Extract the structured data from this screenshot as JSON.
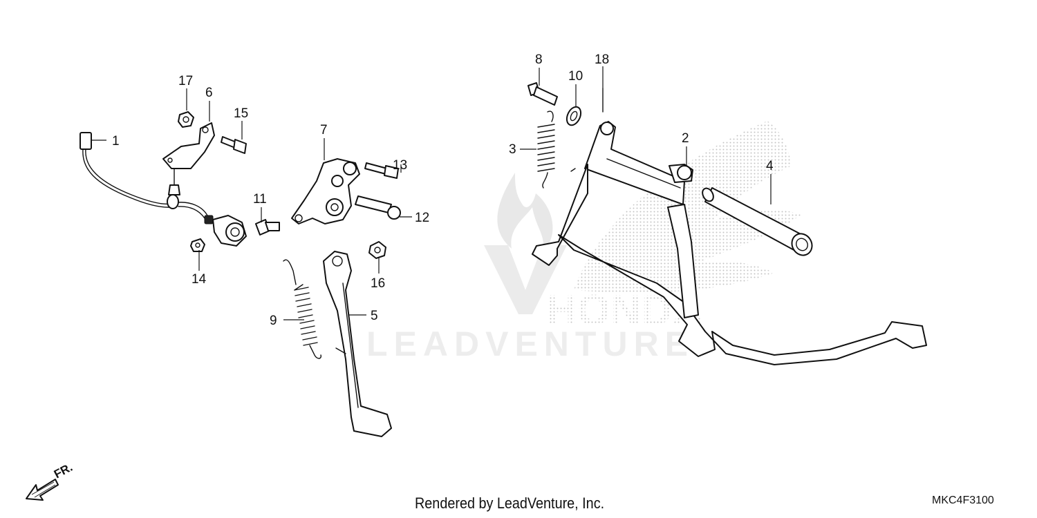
{
  "diagram": {
    "callouts": [
      {
        "id": "c1",
        "label": "1"
      },
      {
        "id": "c2",
        "label": "2"
      },
      {
        "id": "c3",
        "label": "3"
      },
      {
        "id": "c4",
        "label": "4"
      },
      {
        "id": "c5",
        "label": "5"
      },
      {
        "id": "c6",
        "label": "6"
      },
      {
        "id": "c7",
        "label": "7"
      },
      {
        "id": "c8",
        "label": "8"
      },
      {
        "id": "c9",
        "label": "9"
      },
      {
        "id": "c10",
        "label": "10"
      },
      {
        "id": "c11",
        "label": "11"
      },
      {
        "id": "c12",
        "label": "12"
      },
      {
        "id": "c13",
        "label": "13"
      },
      {
        "id": "c14",
        "label": "14"
      },
      {
        "id": "c15",
        "label": "15"
      },
      {
        "id": "c16",
        "label": "16"
      },
      {
        "id": "c17",
        "label": "17"
      },
      {
        "id": "c18",
        "label": "18"
      }
    ],
    "direction_label": "FR.",
    "watermark": {
      "brand": "HONDA",
      "text": "LEADVENTURE"
    },
    "footer": {
      "credit": "Rendered by LeadVenture, Inc.",
      "diagram_code": "MKC4F3100"
    }
  }
}
